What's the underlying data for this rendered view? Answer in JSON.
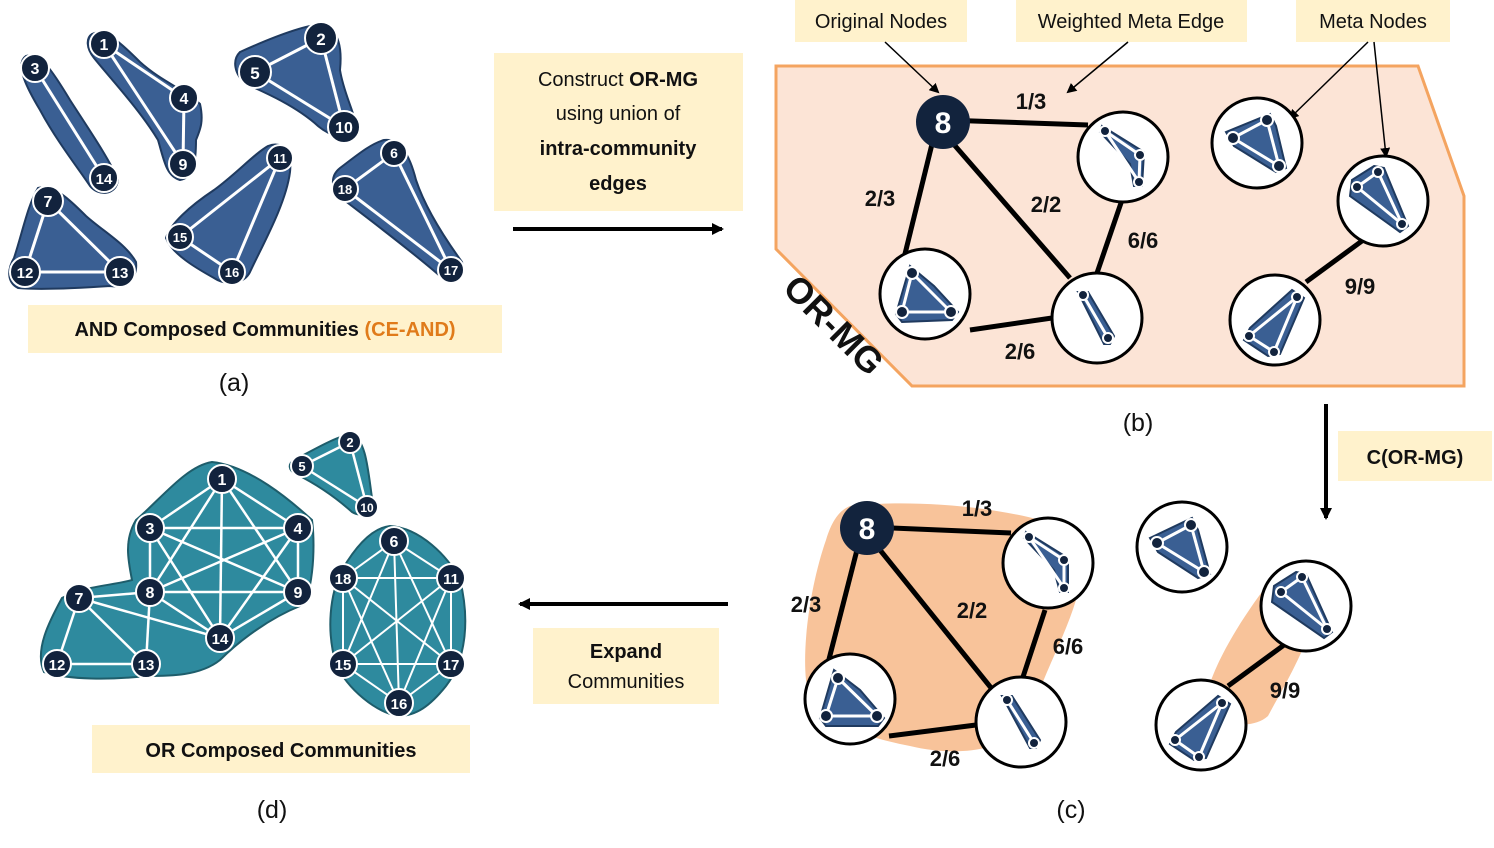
{
  "panel_captions": {
    "a": "(a)",
    "b": "(b)",
    "c": "(c)",
    "d": "(d)"
  },
  "labels": {
    "and_communities": "AND Composed Communities ",
    "and_communities_tag": "(CE-AND)",
    "construct_line1_pre": "Construct ",
    "construct_line1_bold": "OR-MG",
    "construct_line2": "using union of",
    "construct_line3": "intra-community",
    "construct_line4": "edges",
    "original_nodes": "Original Nodes",
    "weighted_meta_edge": "Weighted Meta Edge",
    "meta_nodes": "Meta Nodes",
    "or_mg": "OR-MG",
    "c_or_mg": "C(OR-MG)",
    "expand_line1": "Expand",
    "expand_line2": "Communities",
    "or_communities": "OR Composed Communities"
  },
  "colors": {
    "label_box": "#fff2cc",
    "or_mg_fill": "#fce4d6",
    "or_mg_border": "#f4a460",
    "community_fill": "#f8c39a",
    "accent_text": "#e07b1a",
    "blue_community": "#3a5f93",
    "teal_community": "#2e8a9e",
    "node": "#12233d"
  },
  "graph_a": {
    "nodes": [
      "1",
      "2",
      "3",
      "4",
      "5",
      "6",
      "7",
      "9",
      "10",
      "11",
      "12",
      "13",
      "14",
      "15",
      "16",
      "17",
      "18"
    ],
    "communities": [
      [
        "3",
        "14"
      ],
      [
        "1",
        "4",
        "9"
      ],
      [
        "2",
        "5",
        "10"
      ],
      [
        "7",
        "12",
        "13"
      ],
      [
        "11",
        "15",
        "16"
      ],
      [
        "6",
        "17",
        "18"
      ]
    ]
  },
  "graph_b": {
    "original_node": "8",
    "meta_nodes": [
      [
        "1",
        "4",
        "9"
      ],
      [
        "7",
        "12",
        "13"
      ],
      [
        "3",
        "14"
      ],
      [
        "2",
        "5",
        "10"
      ],
      [
        "6",
        "18",
        "17"
      ],
      [
        "11",
        "15",
        "16"
      ]
    ],
    "meta_edges": [
      {
        "from": "8",
        "to": "1-4-9",
        "weight": "1/3"
      },
      {
        "from": "8",
        "to": "7-12-13",
        "weight": "2/3"
      },
      {
        "from": "8",
        "to": "3-14",
        "weight": "2/2"
      },
      {
        "from": "1-4-9",
        "to": "3-14",
        "weight": "6/6"
      },
      {
        "from": "7-12-13",
        "to": "3-14",
        "weight": "2/6"
      },
      {
        "from": "6-18-17",
        "to": "11-15-16",
        "weight": "9/9"
      }
    ]
  },
  "graph_c": {
    "meta_edges": [
      {
        "from": "8",
        "to": "1-4-9",
        "weight": "1/3"
      },
      {
        "from": "8",
        "to": "7-12-13",
        "weight": "2/3"
      },
      {
        "from": "8",
        "to": "3-14",
        "weight": "2/2"
      },
      {
        "from": "1-4-9",
        "to": "3-14",
        "weight": "6/6"
      },
      {
        "from": "7-12-13",
        "to": "3-14",
        "weight": "2/6"
      },
      {
        "from": "6-18-17",
        "to": "11-15-16",
        "weight": "9/9"
      }
    ]
  },
  "graph_d": {
    "communities": [
      [
        "1",
        "3",
        "4",
        "7",
        "8",
        "9",
        "12",
        "13",
        "14"
      ],
      [
        "2",
        "5",
        "10"
      ],
      [
        "6",
        "11",
        "15",
        "16",
        "17",
        "18"
      ]
    ]
  }
}
